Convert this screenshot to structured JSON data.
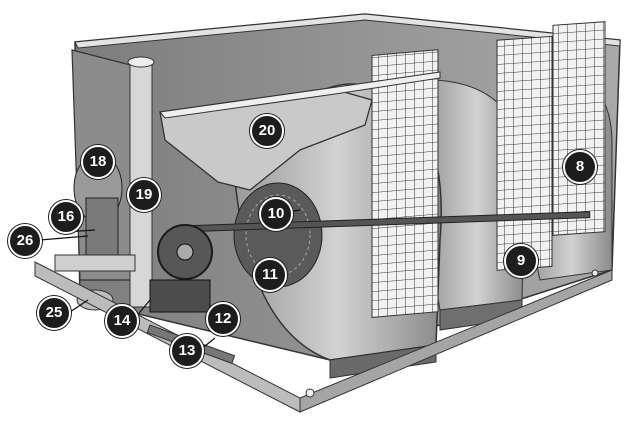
{
  "callouts": {
    "c8": "8",
    "c9": "9",
    "c10": "10",
    "c11": "11",
    "c12": "12",
    "c13": "13",
    "c14": "14",
    "c16": "16",
    "c18": "18",
    "c19": "19",
    "c20": "20",
    "c25": "25",
    "c26": "26"
  },
  "colors": {
    "metal_light": "#bdbdbd",
    "metal_mid": "#8f8f8f",
    "metal_dark": "#4a4a4a",
    "callout_fill": "#1d1d1d"
  }
}
